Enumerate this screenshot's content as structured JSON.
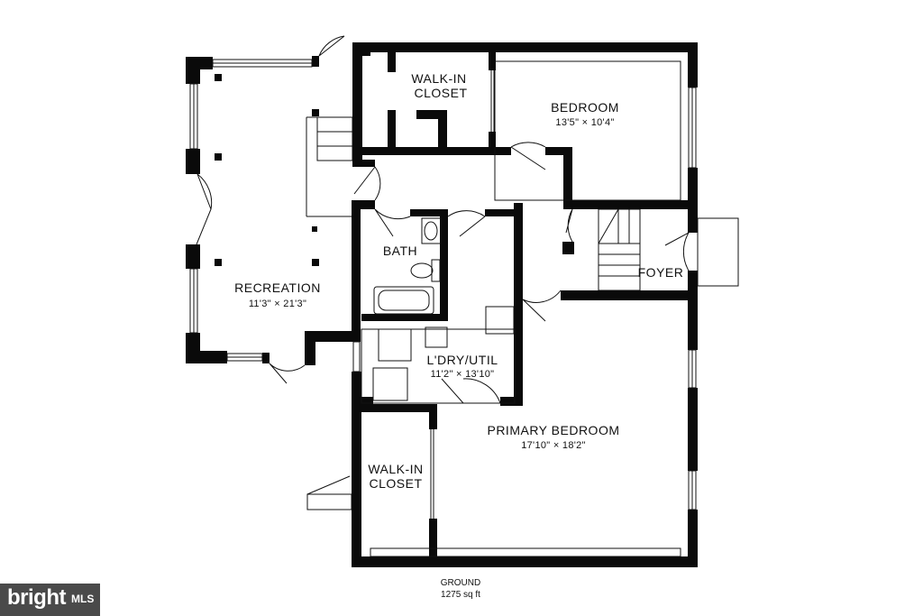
{
  "rooms": {
    "walkin_closet_top": {
      "line1": "WALK-IN",
      "line2": "CLOSET"
    },
    "bedroom": {
      "name": "BEDROOM",
      "dims": "13'5\" × 10'4\""
    },
    "bath": {
      "name": "BATH"
    },
    "foyer": {
      "name": "FOYER"
    },
    "recreation": {
      "name": "RECREATION",
      "dims": "11'3\" × 21'3\""
    },
    "laundry": {
      "name": "L'DRY/UTIL",
      "dims": "11'2\" × 13'10\""
    },
    "primary_bedroom": {
      "name": "PRIMARY BEDROOM",
      "dims": "17'10\" × 18'2\""
    },
    "walkin_closet_bottom": {
      "line1": "WALK-IN",
      "line2": "CLOSET"
    }
  },
  "footer": {
    "level": "GROUND",
    "area": "1275 sq ft"
  },
  "logo": {
    "brand": "bright",
    "suffix": "MLS"
  },
  "colors": {
    "wall": "#0a0a0a",
    "background": "#ffffff",
    "logo_bg": "#4a4a4a"
  }
}
